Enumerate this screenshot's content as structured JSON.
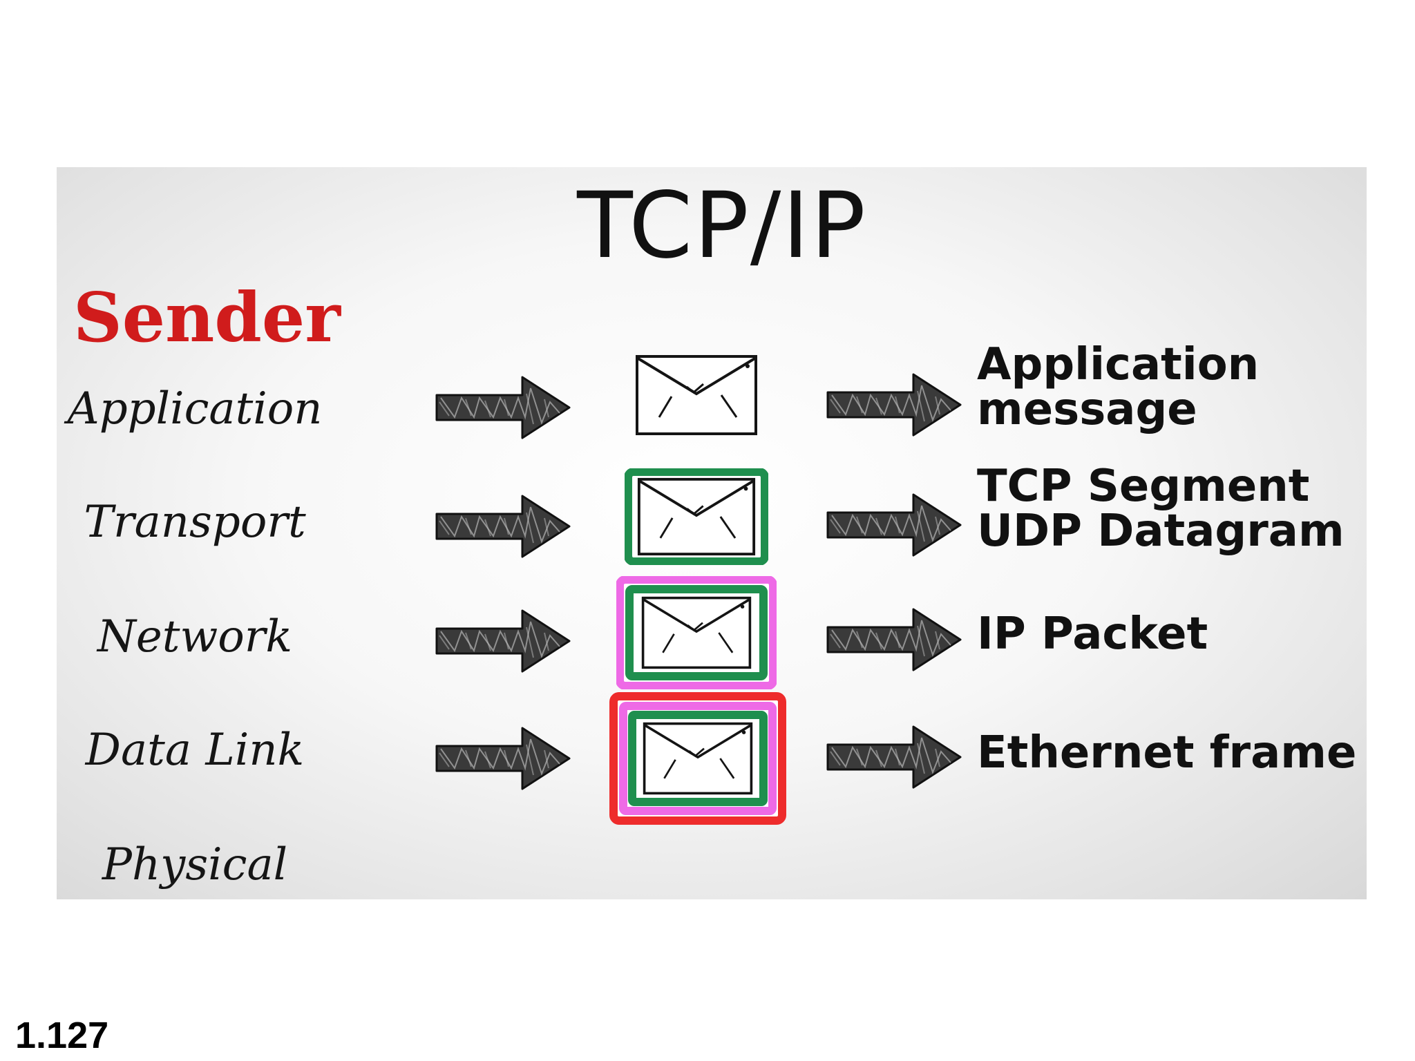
{
  "diagram": {
    "title": "TCP/IP",
    "role_label": "Sender",
    "layers": [
      {
        "name": "Application",
        "pdu": [
          "Application",
          "message"
        ]
      },
      {
        "name": "Transport",
        "pdu": [
          "TCP Segment",
          "UDP Datagram"
        ]
      },
      {
        "name": "Network",
        "pdu": [
          "IP Packet"
        ]
      },
      {
        "name": "Data Link",
        "pdu": [
          "Ethernet frame"
        ]
      },
      {
        "name": "Physical"
      }
    ],
    "colors": {
      "sender": "#d01c1c",
      "transport_wrap": "#1f8f4e",
      "network_wrap": "#ee6ae6",
      "datalink_wrap": "#ee2c2c"
    },
    "icons": [
      "envelope-icon",
      "arrow-right-icon"
    ]
  },
  "slide": {
    "page_number": "1.127"
  }
}
